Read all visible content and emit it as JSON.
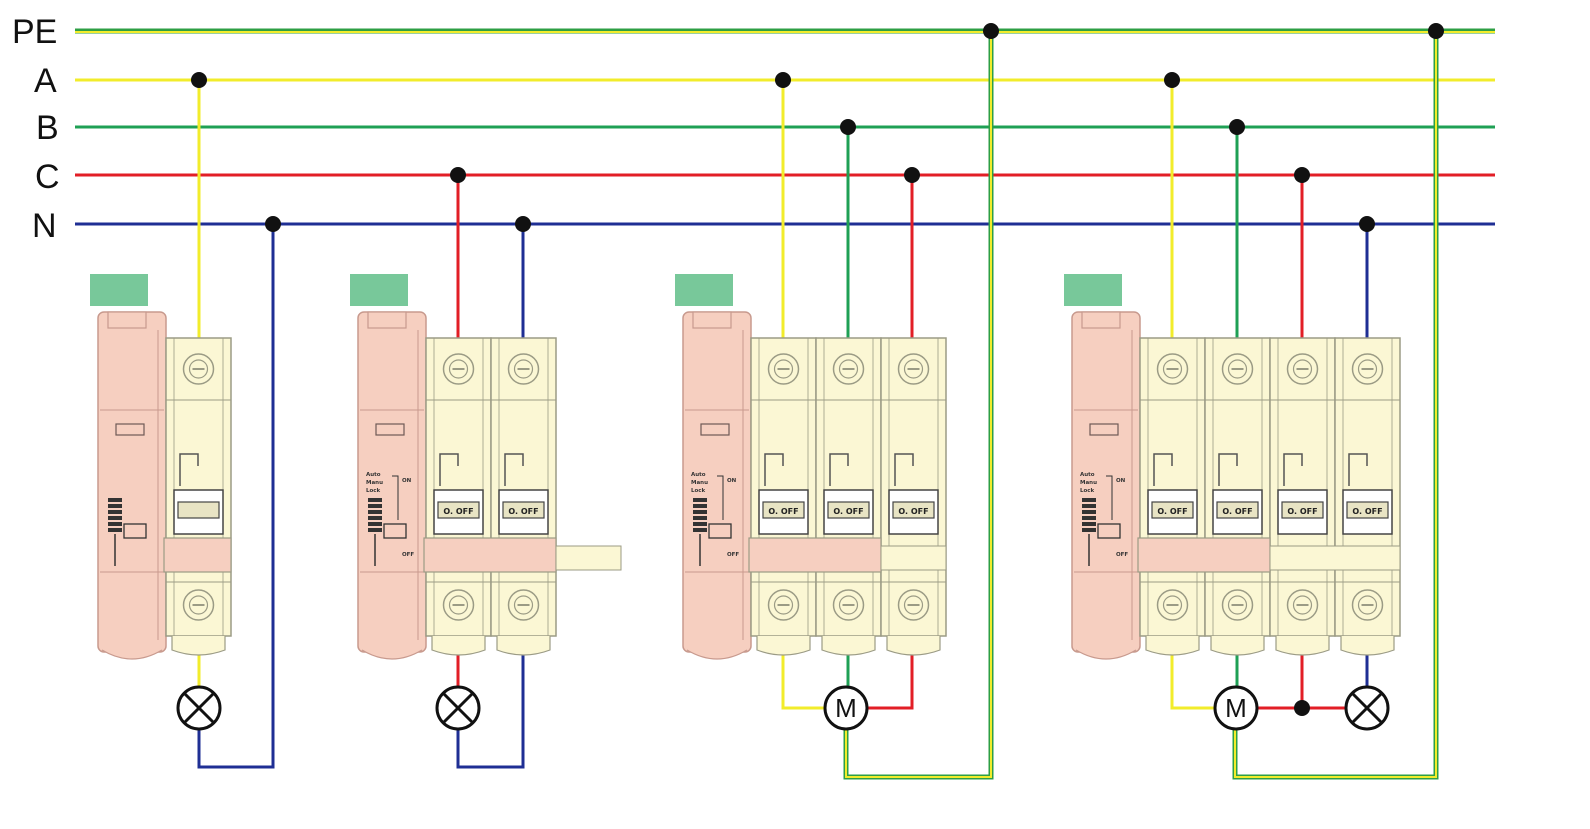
{
  "buses": [
    {
      "id": "PE",
      "label": "PE",
      "color": "#2e9f45",
      "stripe": "#f2ec2b"
    },
    {
      "id": "A",
      "label": "A",
      "color": "#f2ec2b"
    },
    {
      "id": "B",
      "label": "B",
      "color": "#1fa055"
    },
    {
      "id": "C",
      "label": "C",
      "color": "#e21e26"
    },
    {
      "id": "N",
      "label": "N",
      "color": "#1f2f94"
    }
  ],
  "breakers": [
    {
      "id": "1p",
      "poles": 1,
      "pole_text": "",
      "aux_text": []
    },
    {
      "id": "2p",
      "poles": 2,
      "pole_text": "O. OFF",
      "aux_text": [
        "Auto",
        "Manu",
        "Lock",
        "ON",
        "OFF"
      ]
    },
    {
      "id": "3p",
      "poles": 3,
      "pole_text": "O. OFF",
      "aux_text": [
        "Auto",
        "Manu",
        "Lock",
        "ON",
        "OFF"
      ]
    },
    {
      "id": "4p",
      "poles": 4,
      "pole_text": "O. OFF",
      "aux_text": [
        "Auto",
        "Manu",
        "Lock",
        "ON",
        "OFF"
      ]
    }
  ],
  "loads": {
    "lamp": {
      "type": "lamp"
    },
    "motor": {
      "type": "motor",
      "label": "M"
    }
  },
  "colors": {
    "aux_module": "#f6cfc0",
    "aux_outline": "#c89a8e",
    "breaker_body": "#fbf7d4",
    "breaker_outline": "#9b9b85",
    "handle_cap": "#78c89a"
  }
}
